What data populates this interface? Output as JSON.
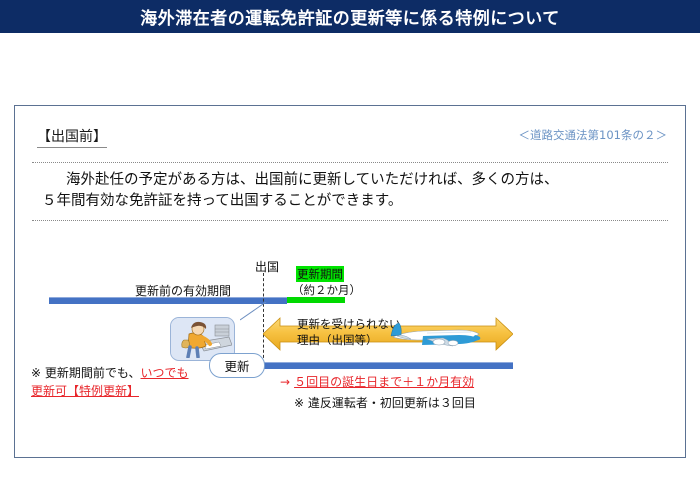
{
  "title": {
    "text": "海外滞在者の運転免許証の更新等に係る特例について",
    "bar_color": "#0d2c65",
    "text_color": "#ffffff"
  },
  "panel": {
    "section_heading": "【出国前】",
    "law_reference": "＜道路交通法第101条の２＞",
    "statement": {
      "line_1": "海外赴任の予定がある方は、出国前に更新していただければ、多くの方は、",
      "line_2": "５年間有効な免許証を持って出国することができます。"
    }
  },
  "diagram": {
    "label_before_period": "更新前の有効期間",
    "label_departure": "出国",
    "label_renewal_window": "更新期間",
    "label_renewal_span": "（約２か月）",
    "renewal_callout": "更新",
    "arrow_text_line_1": "更新を受けられない",
    "arrow_text_line_2": "理由（出国等）",
    "colors": {
      "timeline_blue": "#4472c4",
      "renewal_green": "#00d900",
      "highlight_green": "#00e400",
      "arrow_yellow": "#f7c242",
      "plane_blue": "#2e9bd6"
    },
    "icons": {
      "illustration": "person-at-counter-icon",
      "plane": "airplane-icon"
    }
  },
  "notes": {
    "left_line_1_black": "※ 更新期間前でも、",
    "left_line_1_red": "いつでも",
    "left_line_2_red": "更新可【特例更新】",
    "right_arrow": "→",
    "right_line_1": "５回目の誕生日まで＋１か月有効",
    "right_line_2": "※ 違反運転者・初回更新は３回目"
  }
}
